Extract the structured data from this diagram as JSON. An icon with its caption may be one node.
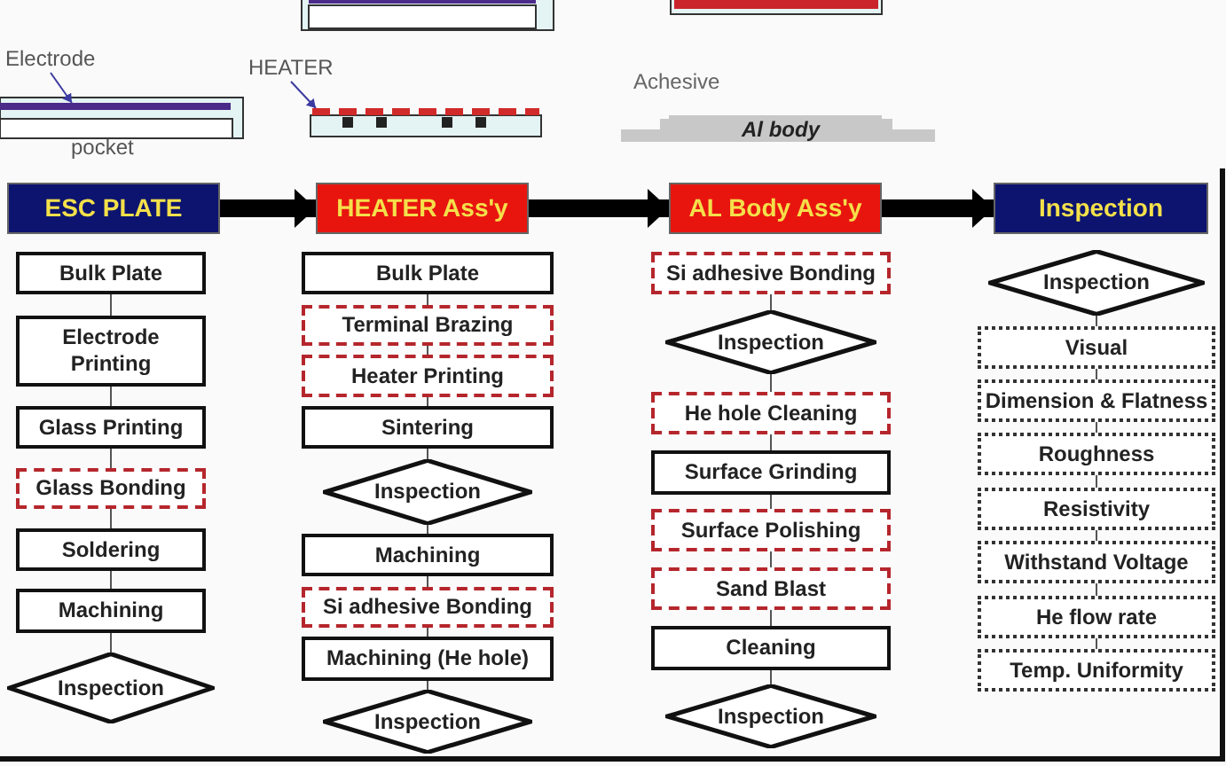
{
  "diagram": {
    "nodes": [
      {
        "text": [
          "ESC PLATE"
        ]
      },
      {
        "text": [
          "HEATER Ass'y"
        ]
      },
      {
        "text": [
          "AL Body Ass'y"
        ]
      },
      {
        "text": [
          "Inspection"
        ]
      },
      {
        "text": [
          "Bulk Plate"
        ]
      },
      {
        "text": [
          "Electrode Printing"
        ]
      },
      {
        "text": [
          "Glass Printing"
        ]
      },
      {
        "text": [
          "Glass Bonding"
        ]
      },
      {
        "text": [
          "Soldering"
        ]
      },
      {
        "text": [
          "Machining"
        ]
      },
      {
        "text": [
          "Inspection"
        ]
      },
      {
        "text": [
          "Bulk Plate"
        ]
      },
      {
        "text": [
          "Terminal Brazing"
        ]
      },
      {
        "text": [
          "Heater Printing"
        ]
      },
      {
        "text": [
          "Sintering"
        ]
      },
      {
        "text": [
          "Inspection"
        ]
      },
      {
        "text": [
          "Machining"
        ]
      },
      {
        "text": [
          "Si adhesive Bonding"
        ]
      },
      {
        "text": [
          "Machining (He hole)"
        ]
      },
      {
        "text": [
          "Inspection"
        ]
      },
      {
        "text": [
          "Si adhesive Bonding"
        ]
      },
      {
        "text": [
          "Inspection"
        ]
      },
      {
        "text": [
          "He hole Cleaning"
        ]
      },
      {
        "text": [
          "Surface Grinding"
        ]
      },
      {
        "text": [
          "Surface Polishing"
        ]
      },
      {
        "text": [
          "Sand Blast"
        ]
      },
      {
        "text": [
          "Cleaning"
        ]
      },
      {
        "text": [
          "Inspection"
        ]
      },
      {
        "text": [
          "Inspection"
        ]
      },
      {
        "text": [
          "Visual"
        ]
      },
      {
        "text": [
          "Dimension & Flatness"
        ]
      },
      {
        "text": [
          "Roughness"
        ]
      },
      {
        "text": [
          "Resistivity"
        ]
      },
      {
        "text": [
          "Withstand Voltage"
        ]
      },
      {
        "text": [
          "He flow rate"
        ]
      },
      {
        "text": [
          "Temp. Uniformity"
        ]
      },
      {
        "text": [
          "Electrode"
        ]
      },
      {
        "text": [],
        "shape": "bar"
      },
      {
        "text": [
          "HEATER"
        ]
      },
      {
        "text": [],
        "shape": "bar"
      }
    ],
    "edges": [
      {
        "from": 0,
        "to": 1,
        "arrow": "to",
        "style": "thick"
      },
      {
        "from": 1,
        "to": 2,
        "arrow": "to",
        "style": "thick"
      },
      {
        "from": 2,
        "to": 3,
        "arrow": "to",
        "style": "thick"
      },
      {
        "from": 4,
        "to": 5,
        "arrow": "none"
      },
      {
        "from": 5,
        "to": 6,
        "arrow": "none"
      },
      {
        "from": 6,
        "to": 7,
        "arrow": "none"
      },
      {
        "from": 7,
        "to": 8,
        "arrow": "none"
      },
      {
        "from": 8,
        "to": 9,
        "arrow": "none"
      },
      {
        "from": 9,
        "to": 10,
        "arrow": "none"
      },
      {
        "from": 11,
        "to": 12,
        "arrow": "none"
      },
      {
        "from": 12,
        "to": 13,
        "arrow": "none"
      },
      {
        "from": 13,
        "to": 14,
        "arrow": "none"
      },
      {
        "from": 14,
        "to": 15,
        "arrow": "none"
      },
      {
        "from": 15,
        "to": 16,
        "arrow": "none"
      },
      {
        "from": 16,
        "to": 17,
        "arrow": "none"
      },
      {
        "from": 17,
        "to": 18,
        "arrow": "none"
      },
      {
        "from": 18,
        "to": 19,
        "arrow": "none"
      },
      {
        "from": 20,
        "to": 21,
        "arrow": "none"
      },
      {
        "from": 21,
        "to": 22,
        "arrow": "none"
      },
      {
        "from": 22,
        "to": 23,
        "arrow": "none"
      },
      {
        "from": 23,
        "to": 24,
        "arrow": "none"
      },
      {
        "from": 24,
        "to": 25,
        "arrow": "none"
      },
      {
        "from": 25,
        "to": 26,
        "arrow": "none"
      },
      {
        "from": 26,
        "to": 27,
        "arrow": "none"
      },
      {
        "from": 28,
        "to": 29,
        "arrow": "none"
      },
      {
        "from": 29,
        "to": 30,
        "arrow": "none"
      },
      {
        "from": 30,
        "to": 31,
        "arrow": "none"
      },
      {
        "from": 31,
        "to": 32,
        "arrow": "none"
      },
      {
        "from": 32,
        "to": 33,
        "arrow": "none"
      },
      {
        "from": 33,
        "to": 34,
        "arrow": "none"
      },
      {
        "from": 34,
        "to": 35,
        "arrow": "none"
      },
      {
        "from": 36,
        "to": 37,
        "arrow": "to"
      },
      {
        "from": 38,
        "to": 39,
        "arrow": "to"
      }
    ],
    "labels": [
      "pocket",
      "Achesive",
      "Al body"
    ]
  }
}
